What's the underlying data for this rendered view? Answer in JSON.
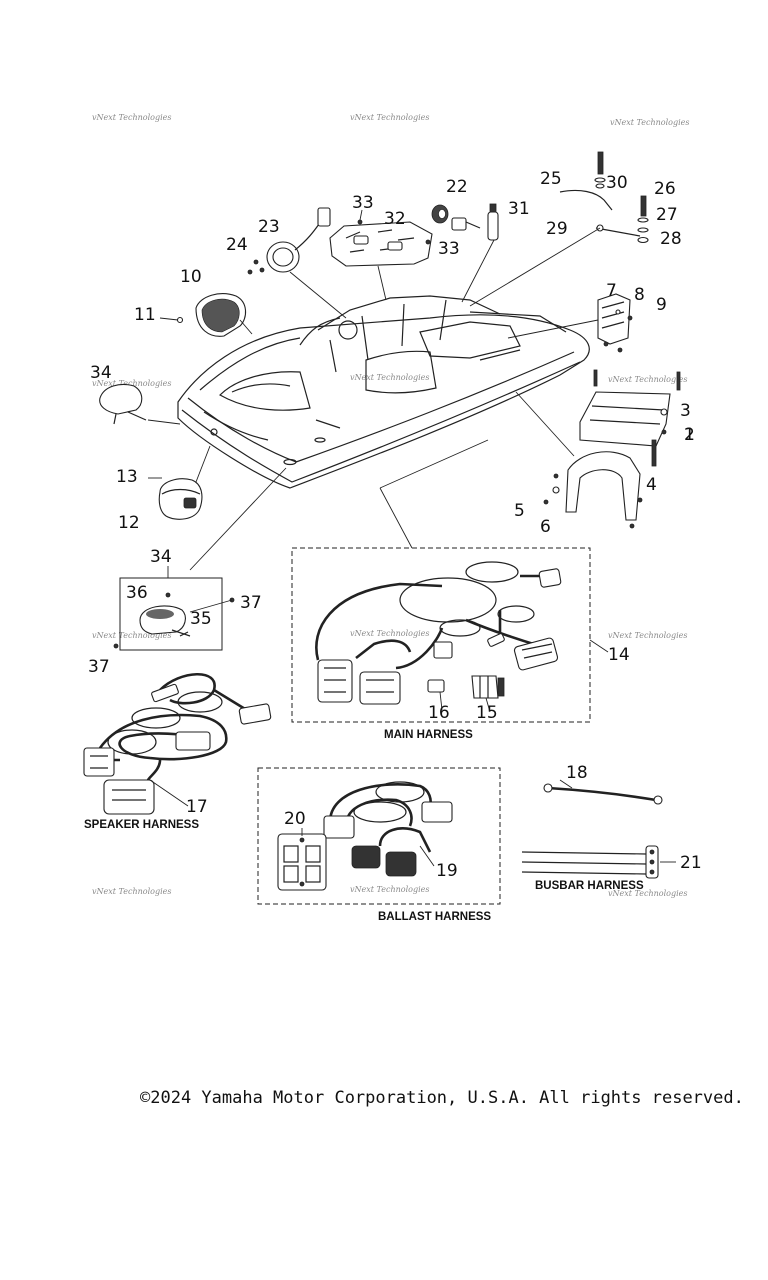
{
  "watermark": "vNext Technologies",
  "copyright": "©2024 Yamaha Motor Corporation, U.S.A. All rights reserved.",
  "sections": {
    "main_harness": "MAIN HARNESS",
    "speaker_harness": "SPEAKER HARNESS",
    "ballast_harness": "BALLAST HARNESS",
    "busbar_harness": "BUSBAR HARNESS"
  },
  "callouts": {
    "c1": "1",
    "c2": "2",
    "c3": "3",
    "c4": "4",
    "c5": "5",
    "c6": "6",
    "c7": "7",
    "c8": "8",
    "c9": "9",
    "c10": "10",
    "c11": "11",
    "c12": "12",
    "c13": "13",
    "c14": "14",
    "c15": "15",
    "c16": "16",
    "c17": "17",
    "c18": "18",
    "c19": "19",
    "c20": "20",
    "c21": "21",
    "c22": "22",
    "c23": "23",
    "c24": "24",
    "c25": "25",
    "c26": "26",
    "c27": "27",
    "c28": "28",
    "c29": "29",
    "c30": "30",
    "c31": "31",
    "c32": "32",
    "c33a": "33",
    "c33b": "33",
    "c34a": "34",
    "c34b": "34",
    "c35": "35",
    "c36": "36",
    "c37a": "37",
    "c37b": "37"
  }
}
